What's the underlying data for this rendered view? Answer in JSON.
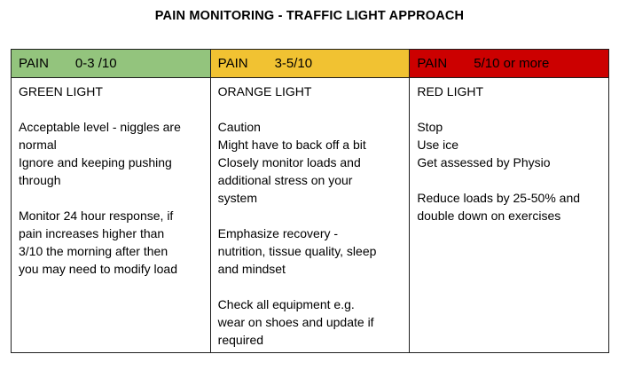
{
  "title": "PAIN MONITORING - TRAFFIC LIGHT APPROACH",
  "colors": {
    "green": "#93c47d",
    "orange": "#f1c232",
    "red": "#cc0000",
    "border": "#1f1f1f",
    "background": "#ffffff",
    "text": "#000000"
  },
  "table": {
    "columns": [
      {
        "name": "green-light",
        "header_label": "PAIN",
        "header_value": "0-3 /10",
        "header_color": "#93c47d",
        "body": "GREEN LIGHT\n\nAcceptable level - niggles are\nnormal\nIgnore and keeping pushing\nthrough\n\nMonitor 24 hour response, if\npain increases higher than\n3/10 the morning after then\nyou may need to modify load"
      },
      {
        "name": "orange-light",
        "header_label": "PAIN",
        "header_value": "3-5/10",
        "header_color": "#f1c232",
        "body": "ORANGE LIGHT\n\nCaution\nMight have to back off a bit\nClosely monitor loads and\nadditional stress on your\nsystem\n\nEmphasize recovery -\nnutrition, tissue quality, sleep\nand mindset\n\nCheck all equipment e.g.\nwear on shoes and update if\nrequired"
      },
      {
        "name": "red-light",
        "header_label": "PAIN",
        "header_value": "5/10 or more",
        "header_color": "#cc0000",
        "body": "RED LIGHT\n\nStop\nUse ice\nGet assessed by Physio\n\nReduce loads by 25-50% and\ndouble down on exercises"
      }
    ]
  }
}
